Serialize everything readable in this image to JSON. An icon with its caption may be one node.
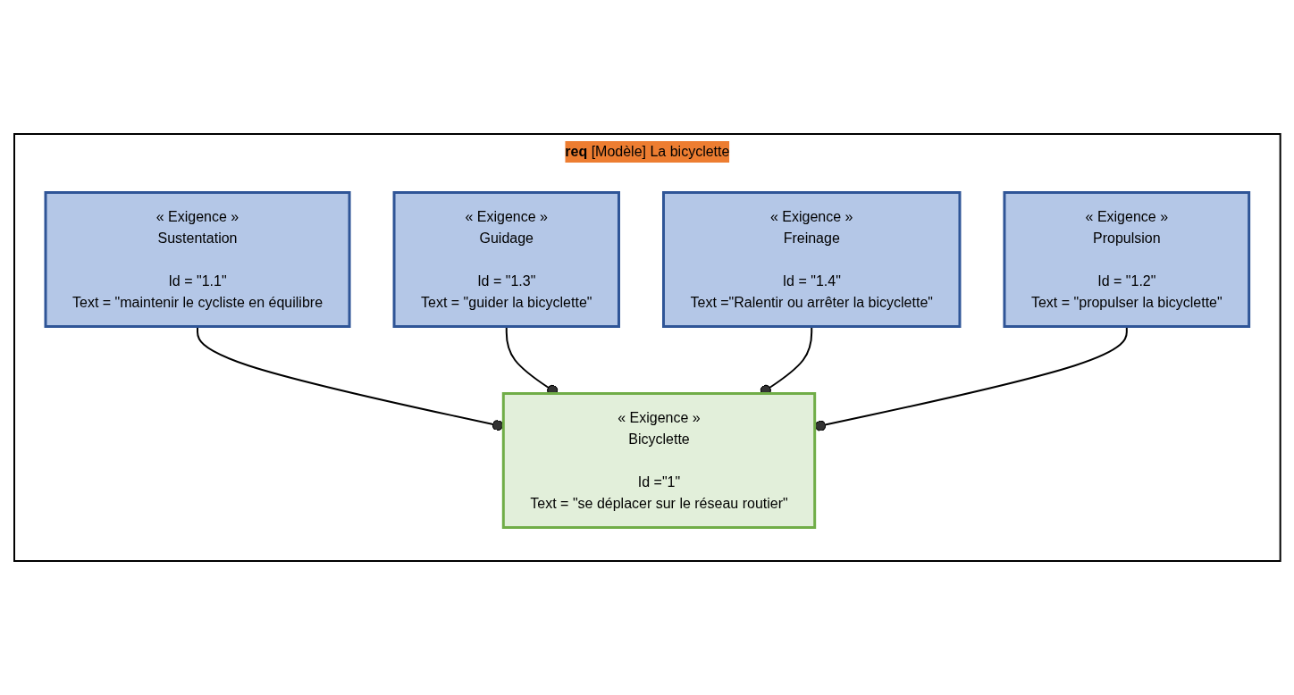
{
  "diagram": {
    "nodes": [
      {
        "text": [
          "req",
          "[Modèle] La bicyclette"
        ]
      },
      {
        "text": [
          "« Exigence »",
          "Sustentation",
          "Id = \"1.1\"",
          "Text = \"maintenir le cycliste en équilibre"
        ],
        "in": 0
      },
      {
        "text": [
          "« Exigence »",
          "Bicyclette",
          "Id =\"1\"",
          "Text = \"se déplacer sur le réseau routier\""
        ],
        "in": 0
      },
      {
        "text": [
          "« Exigence »",
          "Guidage",
          "Id = \"1.3\"",
          "Text = \"guider la bicyclette\""
        ],
        "in": 0
      },
      {
        "text": [
          "« Exigence »",
          "Freinage",
          "Id = \"1.4\"",
          "Text =\"Ralentir ou arrêter la bicyclette\""
        ],
        "in": 0
      },
      {
        "text": [
          "« Exigence »",
          "Propulsion",
          "Id = \"1.2\"",
          "Text = \"propulser la bicyclette\""
        ],
        "in": 0
      }
    ],
    "edges": [
      {
        "from": 1,
        "to": 2,
        "arrow": "other"
      },
      {
        "from": 3,
        "to": 2,
        "arrow": "other"
      },
      {
        "from": 4,
        "to": 2,
        "arrow": "other"
      },
      {
        "from": 5,
        "to": 2,
        "arrow": "other"
      }
    ]
  }
}
